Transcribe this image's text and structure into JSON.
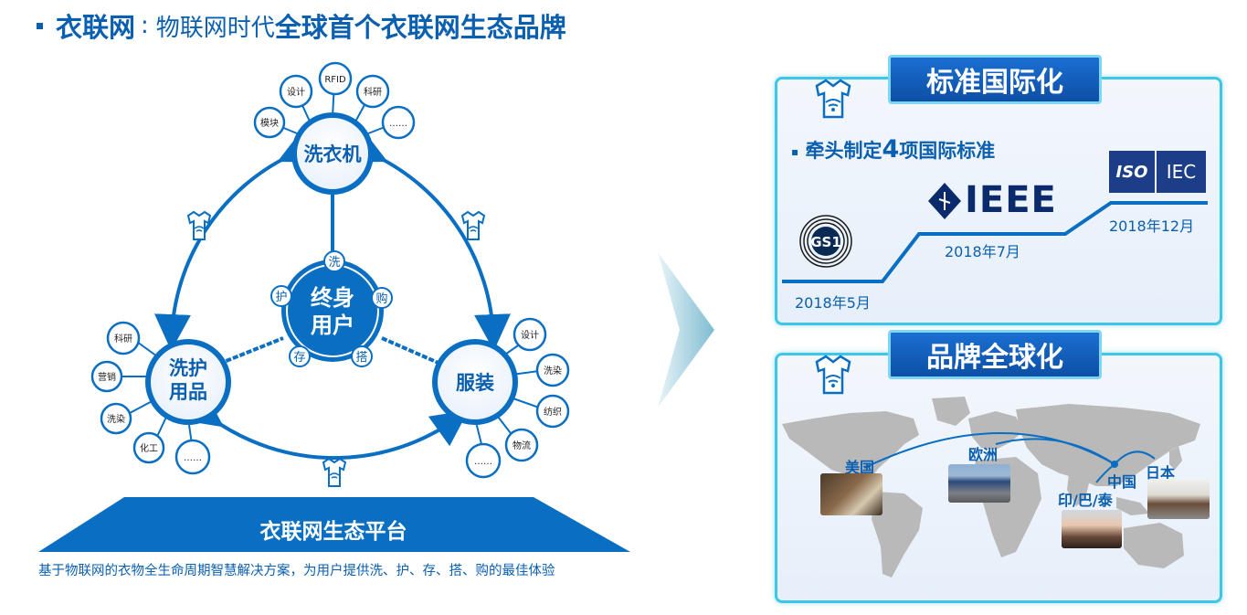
{
  "title": {
    "bold_prefix": "衣联网",
    "colon": ":",
    "middle": "物联网时代",
    "bold_suffix": "全球首个衣联网生态品牌"
  },
  "diagram": {
    "center_text": [
      "终身",
      "用户"
    ],
    "center_badges": [
      "洗",
      "护",
      "购",
      "存",
      "搭"
    ],
    "hubs": {
      "washer": "洗衣机",
      "care": [
        "洗护",
        "用品"
      ],
      "apparel": "服装"
    },
    "washer_satellites": [
      "模块",
      "设计",
      "RFID",
      "科研",
      "……"
    ],
    "care_satellites": [
      "科研",
      "营销",
      "洗染",
      "化工",
      "……"
    ],
    "apparel_satellites": [
      "设计",
      "洗染",
      "纺织",
      "物流",
      "……"
    ],
    "platform_label": "衣联网生态平台",
    "caption": "基于物联网的衣物全生命周期智慧解决方案，为用户提供洗、护、存、搭、购的最佳体验"
  },
  "panel_standards": {
    "tag": "标准国际化",
    "headline_pre": "牵头制定",
    "headline_num": "4",
    "headline_post": "项国际标准",
    "logos": {
      "gs1": "GS1",
      "ieee": "IEEE",
      "iso": "ISO",
      "iec": "IEC"
    },
    "dates": [
      "2018年5月",
      "2018年7月",
      "2018年12月"
    ]
  },
  "panel_global": {
    "tag": "品牌全球化",
    "regions": [
      "美国",
      "欧洲",
      "中国",
      "日本",
      "印/巴/泰"
    ]
  },
  "colors": {
    "primary": "#0a5fb0",
    "accent": "#3ec6e8",
    "tag": "#1a6fd1"
  },
  "icons": [
    "smart-shirt-icon",
    "chevron-right-icon"
  ]
}
